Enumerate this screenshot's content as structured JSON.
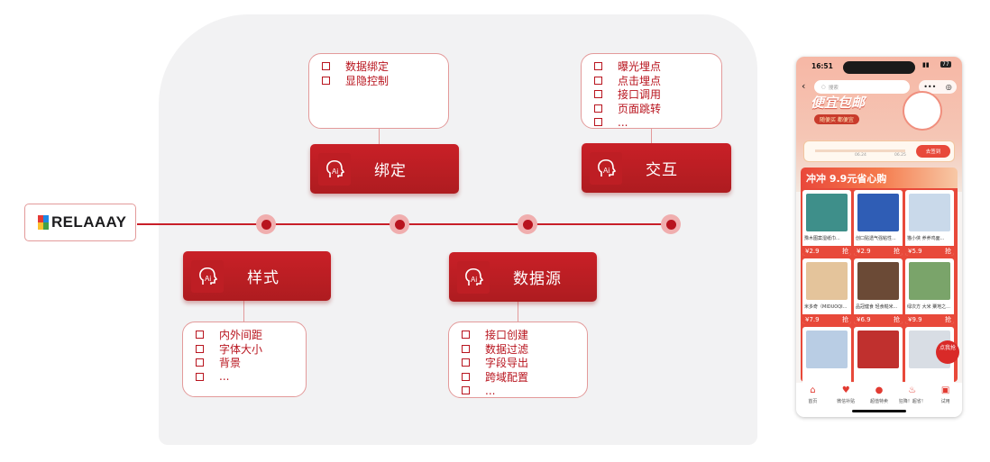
{
  "brand": {
    "name": "RELAAAY",
    "logo_colors": [
      "#e53935",
      "#1e88e5",
      "#fbc02d",
      "#43a047"
    ]
  },
  "colors": {
    "accent": "#c81e28",
    "node_fill": "#b81d22",
    "card_border": "#e39a9a",
    "panel_bg": "#f2f2f3"
  },
  "nodes": {
    "style": {
      "label": "样式",
      "icon": "ai-head-icon",
      "items": [
        "内外间距",
        "字体大小",
        "背景",
        "..."
      ]
    },
    "binding": {
      "label": "绑定",
      "icon": "ai-head-icon",
      "items": [
        "数据绑定",
        "显隐控制"
      ]
    },
    "datasource": {
      "label": "数据源",
      "icon": "ai-head-icon",
      "items": [
        "接口创建",
        "数据过滤",
        "字段导出",
        "跨域配置",
        "..."
      ]
    },
    "interaction": {
      "label": "交互",
      "icon": "ai-head-icon",
      "items": [
        "曝光埋点",
        "点击埋点",
        "接口调用",
        "页面跳转",
        "..."
      ]
    }
  },
  "phone": {
    "status": {
      "time": "16:51",
      "battery": "77"
    },
    "search_placeholder": "搜索",
    "capsule": {
      "more": "•••",
      "close": "◎"
    },
    "banner": {
      "title": "便宜包邮",
      "subtitle": "随便买 都便宜"
    },
    "progress": {
      "steps": [
        "06.24",
        "06.25"
      ],
      "button": "去签到"
    },
    "promo_title": "冲冲 9.9元省心购",
    "products": [
      {
        "name": "豫木图案湿纸巾...",
        "price": "¥2.9",
        "buy": "抢",
        "color": "#3e8f8a"
      },
      {
        "name": "创口贴透气强粘性...",
        "price": "¥2.9",
        "buy": "抢",
        "color": "#2f5db5"
      },
      {
        "name": "猫小侠 养养鸡面...",
        "price": "¥5.9",
        "buy": "抢",
        "color": "#c9d9ea"
      },
      {
        "name": "米多奇（MIDUOQI...",
        "price": "¥7.9",
        "buy": "抢",
        "color": "#e4c49b"
      },
      {
        "name": "品冠健食 轻食糙米...",
        "price": "¥6.9",
        "buy": "抢",
        "color": "#6b4a36"
      },
      {
        "name": "绿次方 大米 粟地之...",
        "price": "¥9.9",
        "buy": "抢",
        "color": "#7aa46a"
      },
      {
        "name": "",
        "price": "",
        "buy": "",
        "color": "#b9cde4"
      },
      {
        "name": "",
        "price": "",
        "buy": "",
        "color": "#c0302e"
      },
      {
        "name": "",
        "price": "",
        "buy": "",
        "color": "#d8dde4"
      }
    ],
    "float_button": "点我抢",
    "tabs": [
      {
        "label": "首页",
        "icon": "home-icon"
      },
      {
        "label": "微信补贴",
        "icon": "heart-icon"
      },
      {
        "label": "超值特卖",
        "icon": "sale-icon"
      },
      {
        "label": "狂降！超省！",
        "icon": "hot-icon"
      },
      {
        "label": "试用",
        "icon": "bag-icon"
      }
    ]
  }
}
